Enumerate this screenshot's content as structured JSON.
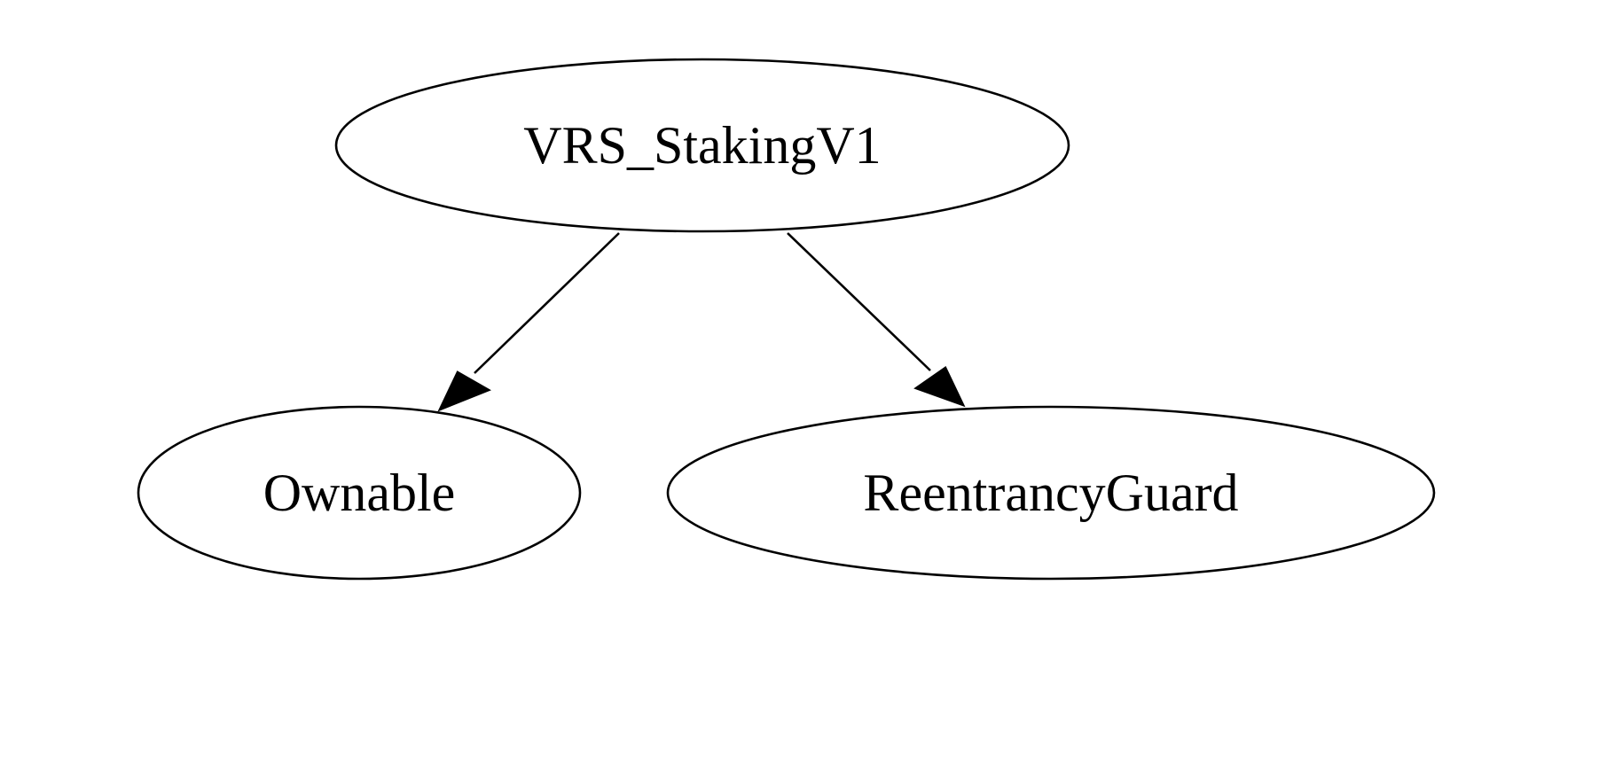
{
  "diagram": {
    "type": "inheritance-graph",
    "nodes": [
      {
        "id": "vrs_staking",
        "label": "VRS_StakingV1"
      },
      {
        "id": "ownable",
        "label": "Ownable"
      },
      {
        "id": "reentrancy_guard",
        "label": "ReentrancyGuard"
      }
    ],
    "edges": [
      {
        "from": "vrs_staking",
        "to": "ownable"
      },
      {
        "from": "vrs_staking",
        "to": "reentrancy_guard"
      }
    ],
    "colors": {
      "background": "#ffffff",
      "stroke": "#000000",
      "text": "#000000"
    }
  }
}
